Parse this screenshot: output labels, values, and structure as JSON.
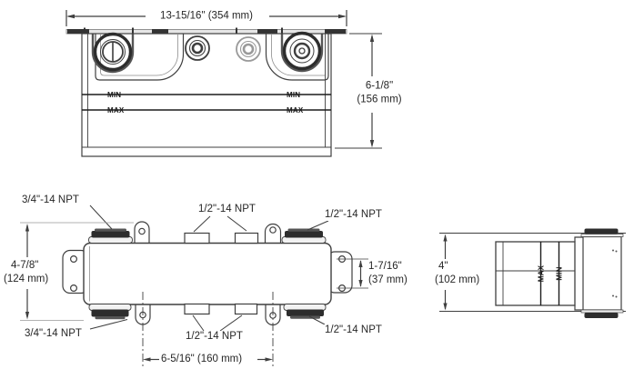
{
  "drawing": {
    "kind": "technical-dimension-drawing",
    "colors": {
      "line": "#3f3f3f",
      "text": "#262626",
      "dark_fitting": "#2d2d2d",
      "background": "#ffffff"
    },
    "front_view": {
      "width_dim": "13-15/16\" (354 mm)",
      "height_dim_line1": "6-1/8\"",
      "height_dim_line2": "(156 mm)",
      "min_label": "MIN",
      "max_label": "MAX"
    },
    "plan_view": {
      "top_left_port": "3/4\"-14 NPT",
      "top_center_ports": "1/2\"-14 NPT",
      "top_right_port": "1/2\"-14 NPT",
      "bottom_left_port": "3/4\"-14 NPT",
      "bottom_center_ports": "1/2\"-14 NPT",
      "bottom_right_port": "1/2\"-14 NPT",
      "height_dim_line1": "4-7/8\"",
      "height_dim_line2": "(124 mm)",
      "bracket_hole_dim_line1": "1-7/16\"",
      "bracket_hole_dim_line2": "(37 mm)",
      "width_dim": "6-5/16\" (160 mm)"
    },
    "side_view": {
      "depth_dim_line1": "4\"",
      "depth_dim_line2": "(102 mm)",
      "min_label": "MIN",
      "max_label": "MAX"
    }
  }
}
